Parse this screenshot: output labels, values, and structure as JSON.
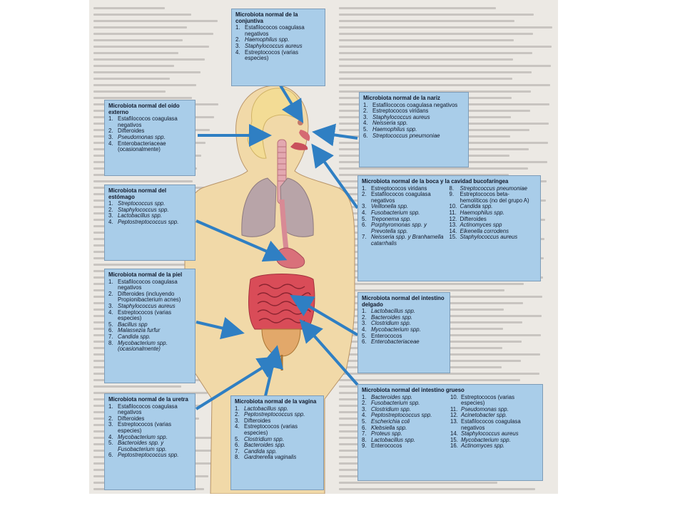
{
  "colors": {
    "box_fill": "#a9cde9",
    "box_border": "#7d9cb8",
    "arrow": "#2f7fc3",
    "body_skin": "#f1d9a8",
    "hair": "#f3dc95",
    "lungs": "#b8a4a8",
    "intestine": "#d94c58"
  },
  "boxes": {
    "conjuntiva": {
      "title": "Microbiota normal de la conjuntiva",
      "items": [
        {
          "n": "1.",
          "t": "Estafilococos coagulasa negativos",
          "i": false
        },
        {
          "n": "2.",
          "t": "Haemophilus spp.",
          "i": true
        },
        {
          "n": "3.",
          "t": "Staphylococcus aureus",
          "i": true
        },
        {
          "n": "4.",
          "t": "Estreptococos (varias especies)",
          "i": false
        }
      ]
    },
    "oido": {
      "title": "Microbiota normal del oído externo",
      "items": [
        {
          "n": "1.",
          "t": "Estafilococos coagulasa negativos",
          "i": false
        },
        {
          "n": "2.",
          "t": "Difteroides",
          "i": false
        },
        {
          "n": "3.",
          "t": "Pseudomonas spp.",
          "i": true
        },
        {
          "n": "4.",
          "t": "Enterobacteriaceae (ocasionalmente)",
          "i": false
        }
      ]
    },
    "nariz": {
      "title": "Microbiota normal de la nariz",
      "items": [
        {
          "n": "1.",
          "t": "Estafilococos coagulasa negativos",
          "i": false
        },
        {
          "n": "2.",
          "t": "Estreptococos viridans",
          "i": false
        },
        {
          "n": "3.",
          "t": "Staphylococcus aureus",
          "i": true
        },
        {
          "n": "4.",
          "t": "Neisseria spp.",
          "i": true
        },
        {
          "n": "5.",
          "t": "Haemophilus spp.",
          "i": true
        },
        {
          "n": "6.",
          "t": "Streptococcus pneumoniae",
          "i": true
        }
      ]
    },
    "estomago": {
      "title": "Microbiota normal del estómago",
      "items": [
        {
          "n": "1.",
          "t": "Streptococcus spp.",
          "i": true
        },
        {
          "n": "2.",
          "t": "Staphylococcus spp.",
          "i": true
        },
        {
          "n": "3.",
          "t": "Lactobacillus spp.",
          "i": true
        },
        {
          "n": "4.",
          "t": "Peptostreptococcus spp.",
          "i": true
        }
      ]
    },
    "boca": {
      "title": "Microbiota normal de la boca y la cavidad bucofaríngea",
      "col1": [
        {
          "n": "1.",
          "t": "Estreptococos viridans",
          "i": false
        },
        {
          "n": "2.",
          "t": "Estafilococos coagulasa negativos",
          "i": false
        },
        {
          "n": "3.",
          "t": "Veillonella spp.",
          "i": true
        },
        {
          "n": "4.",
          "t": "Fusobacterium spp.",
          "i": true
        },
        {
          "n": "5.",
          "t": "Treponema spp.",
          "i": true
        },
        {
          "n": "6.",
          "t": "Porphyromonas spp. y Prevotella spp.",
          "i": true
        },
        {
          "n": "7.",
          "t": "Neisseria spp. y Branhamella catarrhalis",
          "i": true
        }
      ],
      "col2": [
        {
          "n": "8.",
          "t": "Streptococcus pneumoniae",
          "i": true
        },
        {
          "n": "9.",
          "t": "Estreptococos beta-hemolíticos (no del grupo A)",
          "i": false
        },
        {
          "n": "10.",
          "t": "Candida spp.",
          "i": true
        },
        {
          "n": "11.",
          "t": "Haemophilus spp.",
          "i": true
        },
        {
          "n": "12.",
          "t": "Difteroides",
          "i": false
        },
        {
          "n": "13.",
          "t": "Actinomyces spp",
          "i": true
        },
        {
          "n": "14.",
          "t": "Eikenella corrodens",
          "i": true
        },
        {
          "n": "15.",
          "t": "Staphylococcus aureus",
          "i": true
        }
      ]
    },
    "piel": {
      "title": "Microbiota normal de la piel",
      "items": [
        {
          "n": "1.",
          "t": "Estafilococos coagulasa negativos",
          "i": false
        },
        {
          "n": "2.",
          "t": "Difteroides (incluyendo Propionibacterium acnes)",
          "i": false
        },
        {
          "n": "3.",
          "t": "Staphylococcus aureus",
          "i": true
        },
        {
          "n": "4.",
          "t": "Estreptococos (varias especies)",
          "i": false
        },
        {
          "n": "5.",
          "t": "Bacillus spp",
          "i": true
        },
        {
          "n": "6.",
          "t": "Malassezia furfur",
          "i": true
        },
        {
          "n": "7.",
          "t": "Candida spp.",
          "i": true
        },
        {
          "n": "8.",
          "t": "Mycobacterium spp. (ocasionalmente)",
          "i": true
        }
      ]
    },
    "delgado": {
      "title": "Microbiota normal del intestino delgado",
      "items": [
        {
          "n": "1.",
          "t": "Lactobacillus spp.",
          "i": true
        },
        {
          "n": "2.",
          "t": "Bacteroides spp.",
          "i": true
        },
        {
          "n": "3.",
          "t": "Clostridium spp.",
          "i": true
        },
        {
          "n": "4.",
          "t": "Mycobacterium spp.",
          "i": true
        },
        {
          "n": "5.",
          "t": "Enterococos",
          "i": false
        },
        {
          "n": "6.",
          "t": "Enterobacteriaceae",
          "i": true
        }
      ]
    },
    "uretra": {
      "title": "Microbiota normal de la uretra",
      "items": [
        {
          "n": "1.",
          "t": "Estafilococos coagulasa negativos",
          "i": false
        },
        {
          "n": "2.",
          "t": "Difteroides",
          "i": false
        },
        {
          "n": "3.",
          "t": "Estreptococos (varias especies)",
          "i": false
        },
        {
          "n": "4.",
          "t": "Mycobacterium spp.",
          "i": true
        },
        {
          "n": "5.",
          "t": "Bacteroides spp. y Fusobacterium spp.",
          "i": true
        },
        {
          "n": "6.",
          "t": "Peptostreptococcus spp.",
          "i": true
        }
      ]
    },
    "vagina": {
      "title": "Microbiota normal de la vagina",
      "items": [
        {
          "n": "1.",
          "t": "Lactobacillus spp.",
          "i": true
        },
        {
          "n": "2.",
          "t": "Peptostreptococcus spp.",
          "i": true
        },
        {
          "n": "3.",
          "t": "Difteroides",
          "i": false
        },
        {
          "n": "4.",
          "t": "Estreptococos (varias especies)",
          "i": false
        },
        {
          "n": "5.",
          "t": "Clostridium spp.",
          "i": true
        },
        {
          "n": "6.",
          "t": "Bacteroides spp.",
          "i": true
        },
        {
          "n": "7.",
          "t": "Candida spp.",
          "i": true
        },
        {
          "n": "8.",
          "t": "Gardnerella vaginalis",
          "i": true
        }
      ]
    },
    "grueso": {
      "title": "Microbiota normal del intestino grueso",
      "col1": [
        {
          "n": "1.",
          "t": "Bacteroides spp.",
          "i": true
        },
        {
          "n": "2.",
          "t": "Fusobacterium spp.",
          "i": true
        },
        {
          "n": "3.",
          "t": "Clostridium spp.",
          "i": true
        },
        {
          "n": "4.",
          "t": "Peptostreptococcus spp.",
          "i": true
        },
        {
          "n": "5.",
          "t": "Escherichia coli",
          "i": true
        },
        {
          "n": "6.",
          "t": "Klebsiella spp.",
          "i": true
        },
        {
          "n": "7.",
          "t": "Proteus spp.",
          "i": true
        },
        {
          "n": "8.",
          "t": "Lactobacillus spp.",
          "i": true
        },
        {
          "n": "9.",
          "t": "Enterococos",
          "i": false
        }
      ],
      "col2": [
        {
          "n": "10.",
          "t": "Estreptococos (varias especies)",
          "i": false
        },
        {
          "n": "11.",
          "t": "Pseudomonas spp.",
          "i": true
        },
        {
          "n": "12.",
          "t": "Acinetobacter spp.",
          "i": true
        },
        {
          "n": "13.",
          "t": "Estafilococos coagulasa negativos",
          "i": false
        },
        {
          "n": "14.",
          "t": "Staphylococcus aureus",
          "i": true
        },
        {
          "n": "15.",
          "t": "Mycobacterium spp.",
          "i": true
        },
        {
          "n": "16.",
          "t": "Actinomyces spp.",
          "i": true
        }
      ]
    }
  }
}
